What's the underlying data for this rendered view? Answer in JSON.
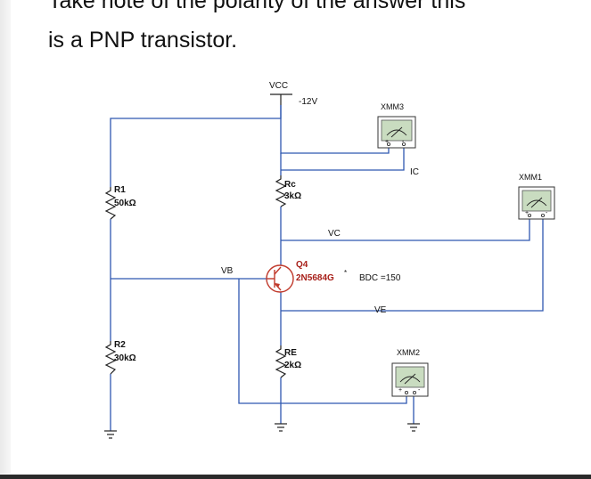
{
  "question": {
    "line1": "Take note of the polarity of the answer this",
    "line2": "is a PNP transistor."
  },
  "circuit": {
    "vcc_label": "VCC",
    "vcc_value": "-12V",
    "r1": {
      "name": "R1",
      "value": "50kΩ"
    },
    "r2": {
      "name": "R2",
      "value": "30kΩ"
    },
    "rc": {
      "name": "Rc",
      "value": "3kΩ"
    },
    "re": {
      "name": "RE",
      "value": "2kΩ"
    },
    "transistor": {
      "name": "Q4",
      "part": "2N5684G",
      "part_marker": "*",
      "beta": "BDC =150"
    },
    "nodes": {
      "vb": "VB",
      "vc": "VC",
      "ve": "VE",
      "ic": "IC"
    },
    "meters": {
      "xmm1": "XMM1",
      "xmm2": "XMM2",
      "xmm3": "XMM3"
    },
    "meter_plus": "+",
    "meter_minus": "-",
    "colors": {
      "wire": "#2f58b0",
      "transistor": "#c0392b",
      "part_label": "#a8201a",
      "meter_face": "#c9dcc0"
    }
  }
}
